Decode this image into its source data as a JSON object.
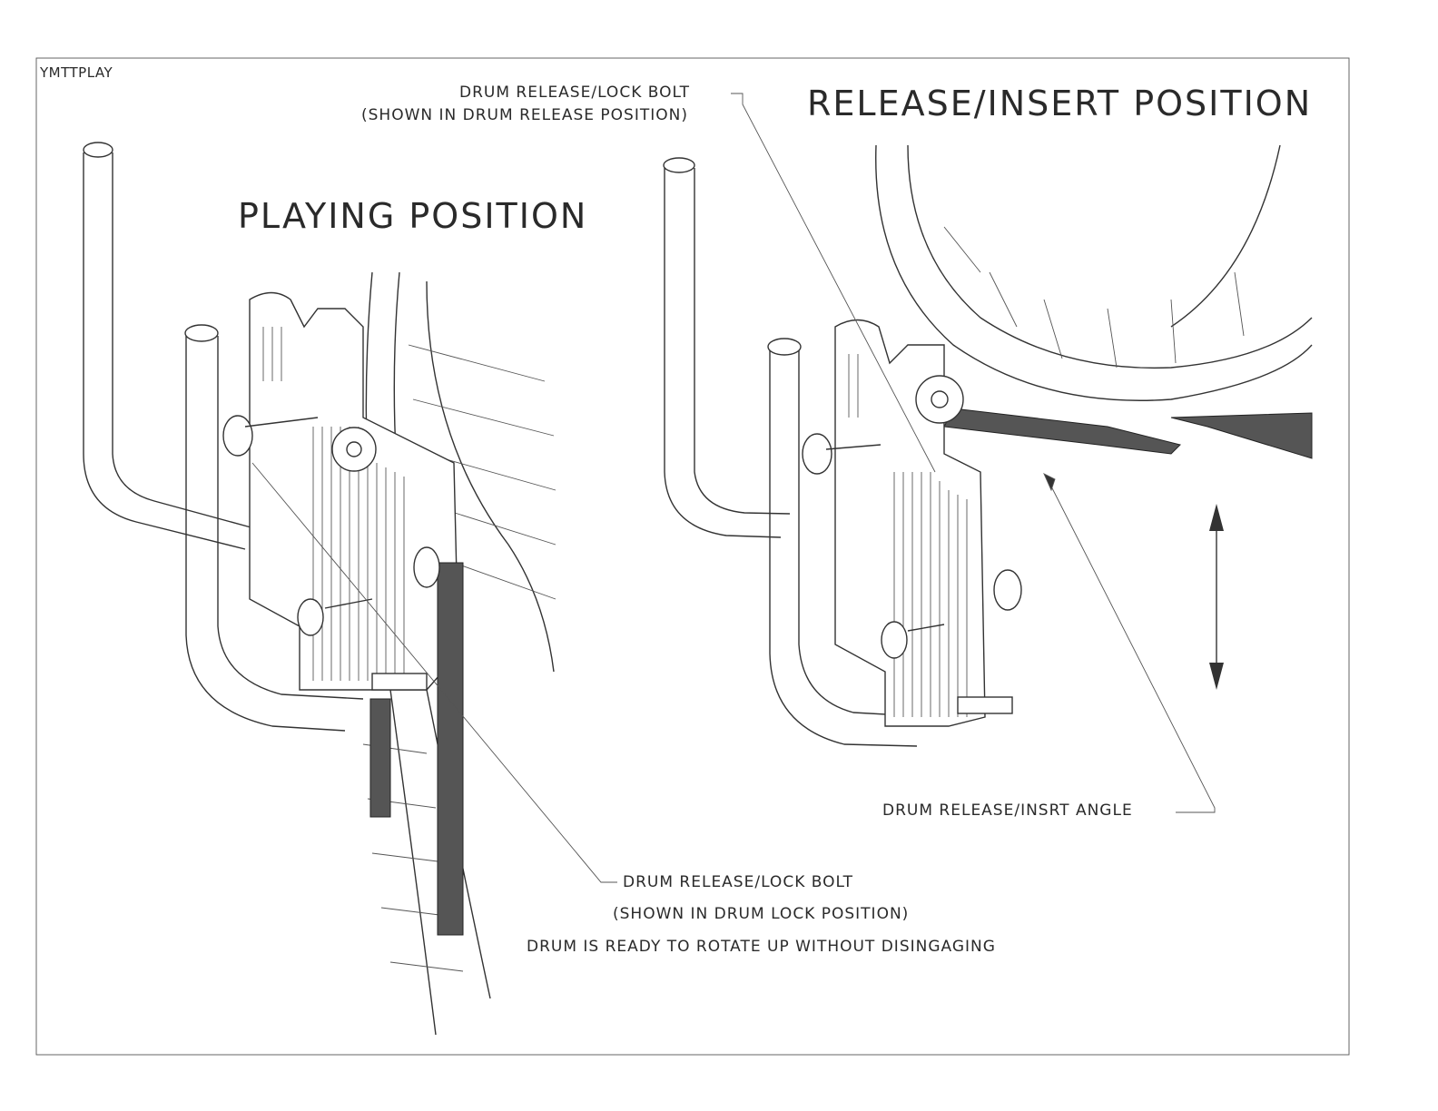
{
  "sheet": {
    "id": "YMTTPLAY"
  },
  "views": {
    "playing": {
      "title": "PLAYING POSITION"
    },
    "release": {
      "title": "RELEASE/INSERT POSITION"
    }
  },
  "callouts": {
    "release_bolt": {
      "line1": "DRUM RELEASE/LOCK BOLT",
      "line2": "(SHOWN IN DRUM RELEASE POSITION)"
    },
    "release_angle": {
      "line1": "DRUM RELEASE/INSRT ANGLE"
    },
    "lock_bolt": {
      "line1": "DRUM RELEASE/LOCK BOLT",
      "line2": "(SHOWN IN DRUM LOCK POSITION)",
      "line3": "DRUM IS READY TO ROTATE UP WITHOUT DISINGAGING"
    }
  }
}
